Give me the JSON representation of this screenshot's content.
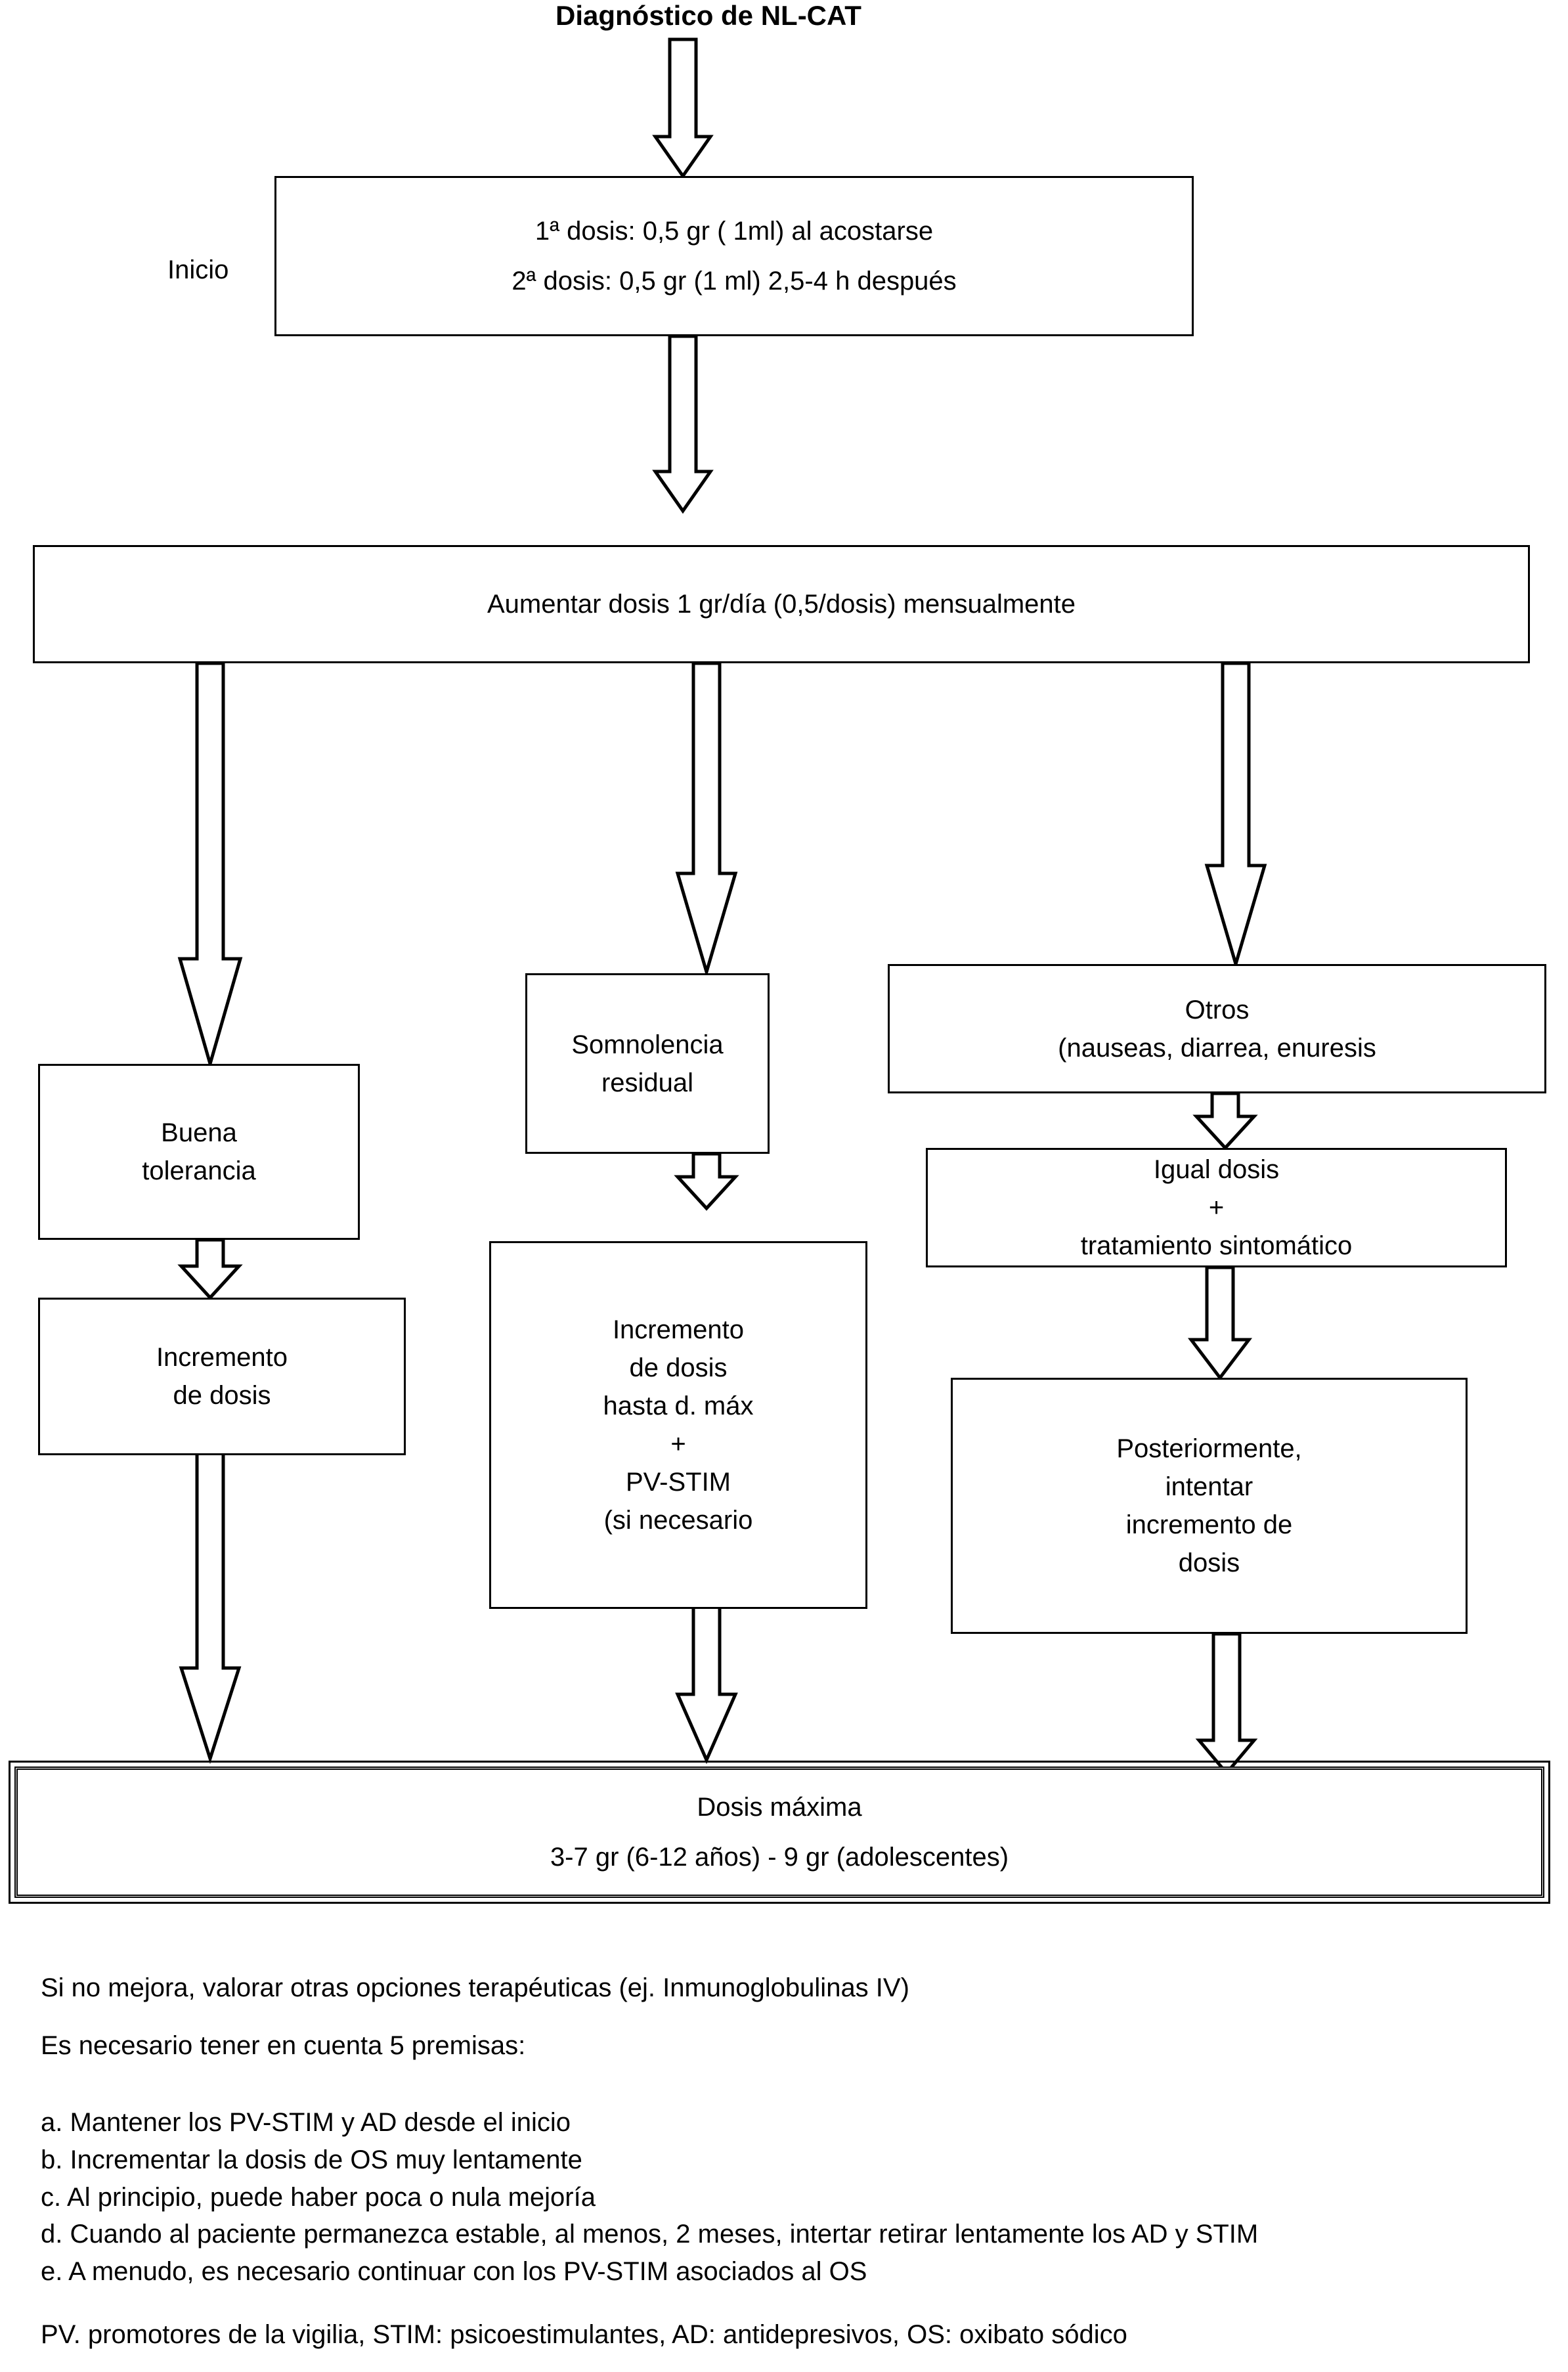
{
  "document": {
    "title": "Diagnóstico de NL-CAT",
    "language": "es"
  },
  "labels": {
    "inicio": "Inicio"
  },
  "flowchart": {
    "type": "flowchart",
    "orientation": "top-down",
    "nodes": [
      {
        "id": "inicio-box",
        "name": "inicio-dosage-box",
        "lines": [
          "1ª dosis: 0,5 gr ( 1ml) al acostarse",
          "2ª dosis: 0,5 gr (1 ml) 2,5-4 h después"
        ]
      },
      {
        "id": "aumentar-box",
        "name": "aumentar-dosis-box",
        "lines": [
          "Aumentar dosis 1 gr/día (0,5/dosis) mensualmente"
        ]
      },
      {
        "id": "buena-tolerancia-box",
        "name": "buena-tolerancia-box",
        "lines": [
          "Buena",
          "tolerancia"
        ]
      },
      {
        "id": "somnolencia-box",
        "name": "somnolencia-residual-box",
        "lines": [
          "Somnolencia",
          "residual"
        ]
      },
      {
        "id": "otros-box",
        "name": "otros-efectos-box",
        "lines": [
          "Otros",
          "(nauseas, diarrea, enuresis"
        ]
      },
      {
        "id": "igual-dosis-box",
        "name": "igual-dosis-box",
        "lines": [
          "Igual dosis",
          "+",
          "tratamiento sintomático"
        ]
      },
      {
        "id": "incremento-dosis-box",
        "name": "incremento-de-dosis-box",
        "lines": [
          "Incremento",
          "de dosis"
        ]
      },
      {
        "id": "incremento-max-box",
        "name": "incremento-hasta-dosis-maxima-box",
        "lines": [
          "Incremento",
          "de dosis",
          "hasta d. máx",
          "+",
          "PV-STIM",
          "(si necesario"
        ]
      },
      {
        "id": "posteriormente-box",
        "name": "posteriormente-incremento-box",
        "lines": [
          "Posteriormente,",
          "intentar",
          "incremento de",
          "dosis"
        ]
      },
      {
        "id": "dosis-maxima-box",
        "name": "dosis-maxima-box",
        "lines": [
          "Dosis máxima",
          "3-7 gr (6-12 años) - 9 gr (adolescentes)"
        ]
      }
    ]
  },
  "notes": {
    "line1": "Si no mejora, valorar otras opciones terapéuticas (ej. Inmunoglobulinas IV)",
    "line2": "Es necesario tener en cuenta 5 premisas:",
    "premises": [
      "a. Mantener los PV-STIM y AD desde el inicio",
      "b. Incrementar la dosis de OS muy lentamente",
      "c. Al principio, puede haber poca o nula mejoría",
      "d. Cuando al paciente permanezca estable, al menos, 2 meses, intertar retirar lentamente los AD y STIM",
      "e. A menudo, es necesario continuar con los PV-STIM asociados al OS"
    ],
    "legend": "PV. promotores de la vigilia, STIM: psicoestimulantes, AD: antidepresivos, OS: oxibato sódico"
  },
  "colors": {
    "ink": "#000000",
    "paper": "#ffffff"
  }
}
